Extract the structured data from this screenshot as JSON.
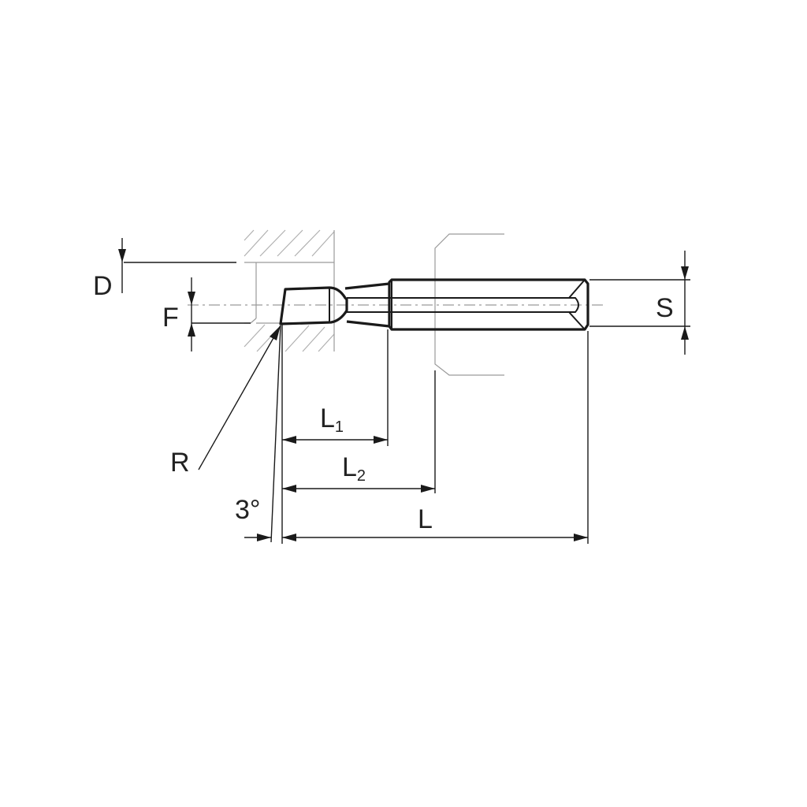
{
  "labels": {
    "D": "D",
    "F": "F",
    "S": "S",
    "R": "R",
    "L": "L",
    "L1_main": "L",
    "L1_sub": "1",
    "L2_main": "L",
    "L2_sub": "2",
    "angle": "3°"
  },
  "colors": {
    "line": "#1a1a1a",
    "hatch": "#b0b0b0",
    "faint": "#9a9a9a",
    "background": "#ffffff"
  }
}
